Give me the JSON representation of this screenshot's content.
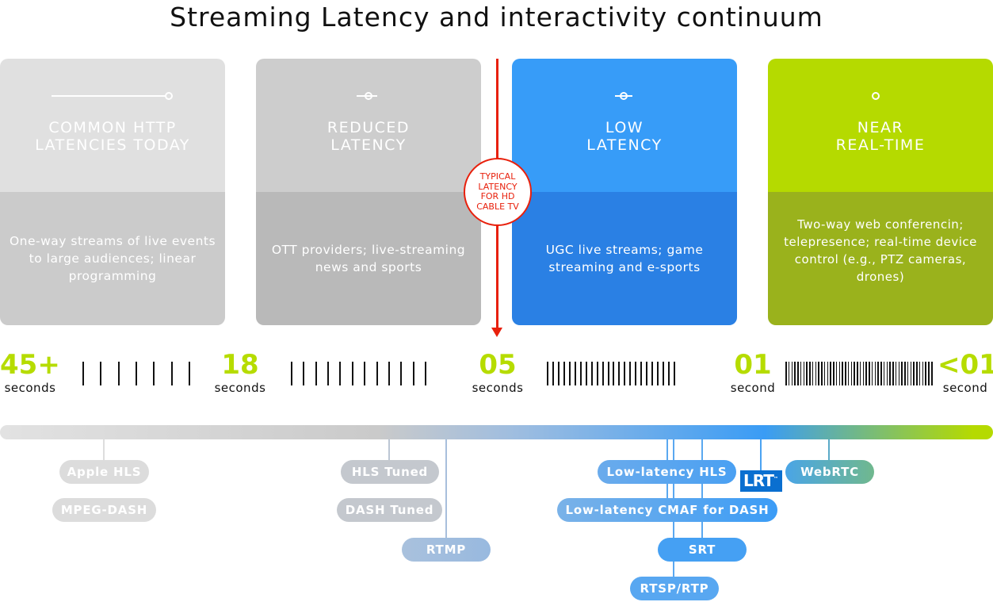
{
  "title": "Streaming Latency and interactivity continuum",
  "cards": [
    {
      "heading1": "COMMON HTTP",
      "heading2": "LATENCIES TODAY",
      "body": "One-way streams of live events to large audiences; linear programming",
      "top_color": "#e0e0e0",
      "bottom_color": "#cbcbcb"
    },
    {
      "heading1": "REDUCED",
      "heading2": "LATENCY",
      "body": "OTT providers; live-streaming news and sports",
      "top_color": "#cdcdcd",
      "bottom_color": "#b9b9b9"
    },
    {
      "heading1": "LOW",
      "heading2": "LATENCY",
      "body": "UGC live streams; game streaming and e-sports",
      "top_color": "#379cf8",
      "bottom_color": "#2a80e4"
    },
    {
      "heading1": "NEAR",
      "heading2": "REAL-TIME",
      "body": "Two-way web conferencin; telepresence; real-time device control (e.g., PTZ cameras, drones)",
      "top_color": "#b5da00",
      "bottom_color": "#9ab21c"
    }
  ],
  "marker": {
    "label": "TYPICAL LATENCY FOR HD CABLE TV",
    "color": "#e8200c"
  },
  "scale": [
    {
      "value": "45+",
      "unit": "seconds"
    },
    {
      "value": "18",
      "unit": "seconds"
    },
    {
      "value": "05",
      "unit": "seconds"
    },
    {
      "value": "01",
      "unit": "second"
    },
    {
      "value": "<01",
      "unit": "second"
    }
  ],
  "protocols": {
    "apple_hls": "Apple HLS",
    "mpeg_dash": "MPEG-DASH",
    "hls_tuned": "HLS Tuned",
    "dash_tuned": "DASH Tuned",
    "rtmp": "RTMP",
    "ll_hls": "Low-latency HLS",
    "ll_cmaf": "Low-latency CMAF for DASH",
    "srt": "SRT",
    "rtsp": "RTSP/RTP",
    "webrtc": "WebRTC",
    "lrt": "LRT",
    "lrt_tm": "™"
  },
  "accent": {
    "green": "#b6dc00",
    "blue": "#3a9cf5",
    "red": "#e8200c"
  }
}
